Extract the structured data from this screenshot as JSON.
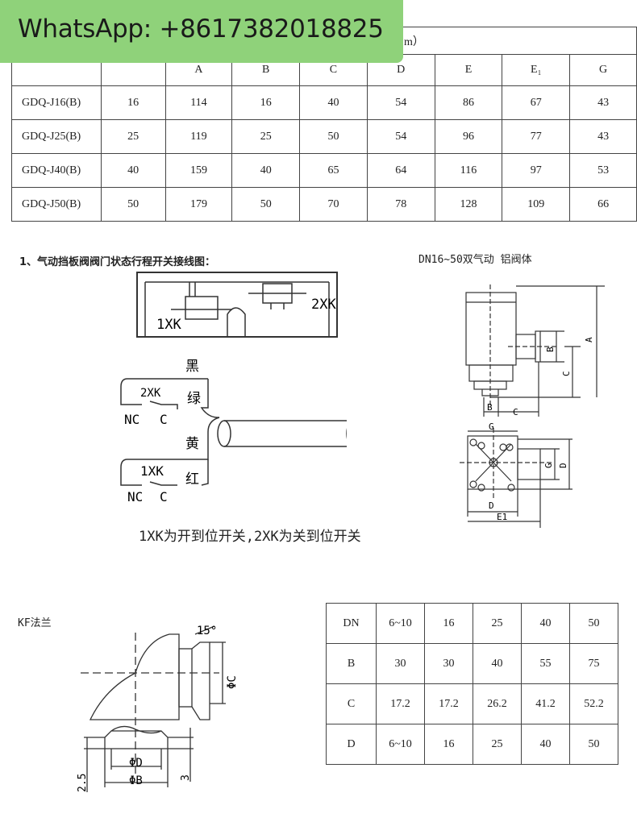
{
  "banner": {
    "text": "WhatsApp: +8617382018825"
  },
  "dimension_table": {
    "title_fragment": "m）",
    "headers": [
      "",
      "",
      "A",
      "B",
      "C",
      "D",
      "E",
      "E₁",
      "G"
    ],
    "rows": [
      [
        "GDQ-J16(B)",
        "16",
        "114",
        "16",
        "40",
        "54",
        "86",
        "67",
        "43"
      ],
      [
        "GDQ-J25(B)",
        "25",
        "119",
        "25",
        "50",
        "54",
        "96",
        "77",
        "43"
      ],
      [
        "GDQ-J40(B)",
        "40",
        "159",
        "40",
        "65",
        "64",
        "116",
        "97",
        "53"
      ],
      [
        "GDQ-J50(B)",
        "50",
        "179",
        "50",
        "70",
        "78",
        "128",
        "109",
        "66"
      ]
    ]
  },
  "wiring": {
    "title": "1、气动挡板阀阀门状态行程开关接线图：",
    "switch_1": "1XK",
    "switch_2": "2XK",
    "wire_black": "黑",
    "wire_green": "绿",
    "wire_yellow": "黄",
    "wire_red": "红",
    "nc": "NC",
    "c": "C",
    "caption": "1XK为开到位开关,2XK为关到位开关"
  },
  "valve_drawing": {
    "title": "DN16~50双气动 铝阀体",
    "dims": {
      "A": "A",
      "B": "B",
      "C": "C",
      "G": "G",
      "D": "D",
      "E1": "E1"
    }
  },
  "kf_flange": {
    "title": "KF法兰",
    "angle": "15°",
    "phi_c": "ΦC",
    "phi_d": "ΦD",
    "phi_b": "ΦB",
    "dim_25": "2.5",
    "dim_3": "3",
    "table": [
      [
        "DN",
        "6~10",
        "16",
        "25",
        "40",
        "50"
      ],
      [
        "B",
        "30",
        "30",
        "40",
        "55",
        "75"
      ],
      [
        "C",
        "17.2",
        "17.2",
        "26.2",
        "41.2",
        "52.2"
      ],
      [
        "D",
        "6~10",
        "16",
        "25",
        "40",
        "50"
      ]
    ]
  }
}
